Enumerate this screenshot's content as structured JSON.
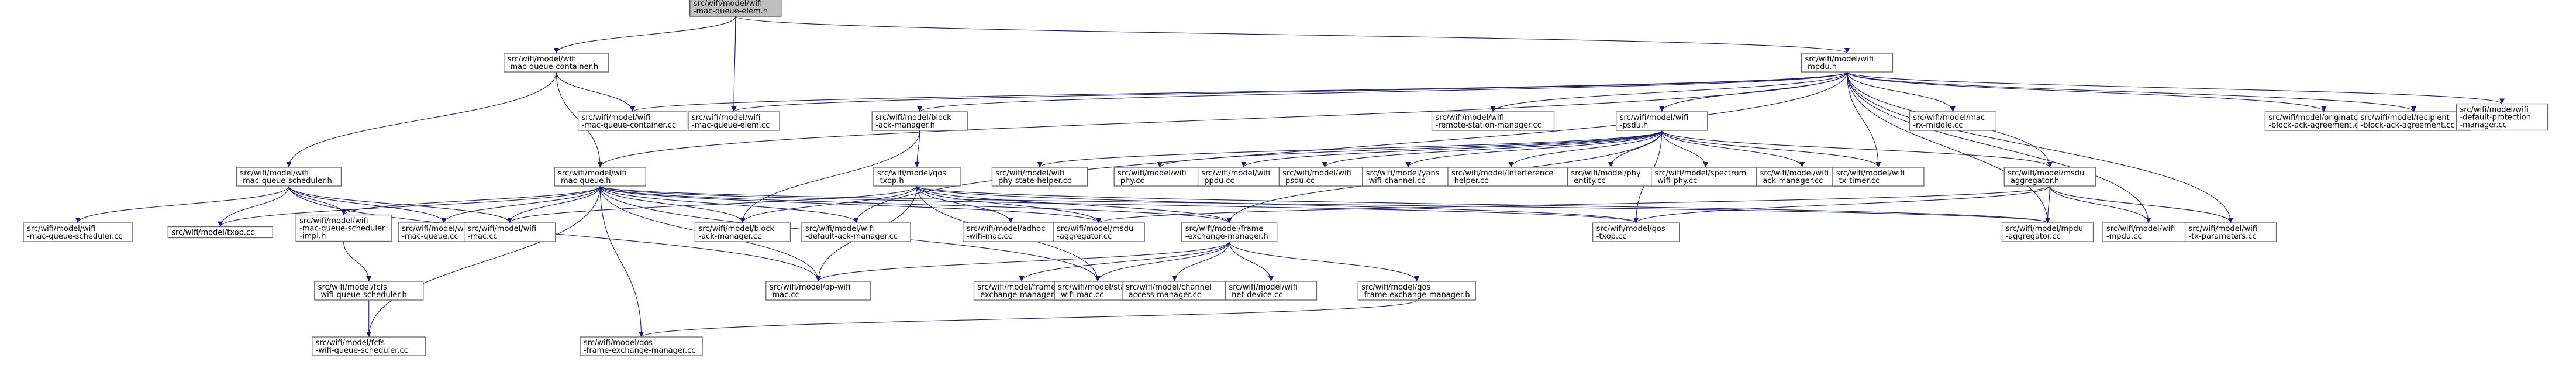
{
  "nodes": [
    {
      "id": "mac-queue-elem-h",
      "lines": [
        "src/wifi/model/wifi",
        "-mac-queue-elem.h"
      ],
      "root": true
    },
    {
      "id": "mac-queue-container-h",
      "lines": [
        "src/wifi/model/wifi",
        "-mac-queue-container.h"
      ]
    },
    {
      "id": "mpdu-h",
      "lines": [
        "src/wifi/model/wifi",
        "-mpdu.h"
      ]
    },
    {
      "id": "mac-queue-container-cc",
      "lines": [
        "src/wifi/model/wifi",
        "-mac-queue-container.cc"
      ]
    },
    {
      "id": "mac-queue-elem-cc",
      "lines": [
        "src/wifi/model/wifi",
        "-mac-queue-elem.cc"
      ]
    },
    {
      "id": "block-ack-manager-h",
      "lines": [
        "src/wifi/model/block",
        "-ack-manager.h"
      ]
    },
    {
      "id": "remote-station-manager-cc",
      "lines": [
        "src/wifi/model/wifi",
        "-remote-station-manager.cc"
      ]
    },
    {
      "id": "psdu-h",
      "lines": [
        "src/wifi/model/wifi",
        "-psdu.h"
      ]
    },
    {
      "id": "rx-middle-cc",
      "lines": [
        "src/wifi/model/mac",
        "-rx-middle.cc"
      ]
    },
    {
      "id": "originator-block-ack-agreement-cc",
      "lines": [
        "src/wifi/model/originator",
        "-block-ack-agreement.cc"
      ]
    },
    {
      "id": "recipient-block-ack-agreement-cc",
      "lines": [
        "src/wifi/model/recipient",
        "-block-ack-agreement.cc"
      ]
    },
    {
      "id": "default-protection-manager-cc",
      "lines": [
        "src/wifi/model/wifi",
        "-default-protection",
        "-manager.cc"
      ]
    },
    {
      "id": "mac-queue-scheduler-h",
      "lines": [
        "src/wifi/model/wifi",
        "-mac-queue-scheduler.h"
      ]
    },
    {
      "id": "mac-queue-h",
      "lines": [
        "src/wifi/model/wifi",
        "-mac-queue.h"
      ]
    },
    {
      "id": "txop-h",
      "lines": [
        "src/wifi/model/qos",
        "-txop.h"
      ]
    },
    {
      "id": "phy-state-helper-cc",
      "lines": [
        "src/wifi/model/wifi",
        "-phy-state-helper.cc"
      ]
    },
    {
      "id": "phy-cc",
      "lines": [
        "src/wifi/model/wifi",
        "-phy.cc"
      ]
    },
    {
      "id": "ppdu-cc",
      "lines": [
        "src/wifi/model/wifi",
        "-ppdu.cc"
      ]
    },
    {
      "id": "psdu-cc",
      "lines": [
        "src/wifi/model/wifi",
        "-psdu.cc"
      ]
    },
    {
      "id": "yans-wifi-channel-cc",
      "lines": [
        "src/wifi/model/yans",
        "-wifi-channel.cc"
      ]
    },
    {
      "id": "interference-helper-cc",
      "lines": [
        "src/wifi/model/interference",
        "-helper.cc"
      ]
    },
    {
      "id": "phy-entity-cc",
      "lines": [
        "src/wifi/model/phy",
        "-entity.cc"
      ]
    },
    {
      "id": "spectrum-wifi-phy-cc",
      "lines": [
        "src/wifi/model/spectrum",
        "-wifi-phy.cc"
      ]
    },
    {
      "id": "ack-manager-cc",
      "lines": [
        "src/wifi/model/wifi",
        "-ack-manager.cc"
      ]
    },
    {
      "id": "tx-timer-cc",
      "lines": [
        "src/wifi/model/wifi",
        "-tx-timer.cc"
      ]
    },
    {
      "id": "mpdu-aggregator-h",
      "lines": [
        "src/wifi/model/msdu",
        "-aggregator.h"
      ]
    },
    {
      "id": "mac-queue-scheduler-cc",
      "lines": [
        "src/wifi/model/wifi",
        "-mac-queue-scheduler.cc"
      ]
    },
    {
      "id": "txop-cc",
      "lines": [
        "src/wifi/model/txop.cc"
      ]
    },
    {
      "id": "mac-queue-scheduler-impl-h",
      "lines": [
        "src/wifi/model/wifi",
        "-mac-queue-scheduler",
        "-impl.h"
      ]
    },
    {
      "id": "mac-queue-cc",
      "lines": [
        "src/wifi/model/wifi",
        "-mac-queue.cc"
      ]
    },
    {
      "id": "wifi-mac-cc",
      "lines": [
        "src/wifi/model/wifi",
        "-mac.cc"
      ]
    },
    {
      "id": "block-ack-manager-cc",
      "lines": [
        "src/wifi/model/block",
        "-ack-manager.cc"
      ]
    },
    {
      "id": "default-ack-manager-cc",
      "lines": [
        "src/wifi/model/wifi",
        "-default-ack-manager.cc"
      ]
    },
    {
      "id": "adhoc-wifi-mac-cc",
      "lines": [
        "src/wifi/model/adhoc",
        "-wifi-mac.cc"
      ]
    },
    {
      "id": "msdu-aggregator-cc",
      "lines": [
        "src/wifi/model/msdu",
        "-aggregator.cc"
      ]
    },
    {
      "id": "frame-exchange-manager-h",
      "lines": [
        "src/wifi/model/frame",
        "-exchange-manager.h"
      ]
    },
    {
      "id": "qos-txop-cc",
      "lines": [
        "src/wifi/model/qos",
        "-txop.cc"
      ]
    },
    {
      "id": "mpdu-aggregator-cc",
      "lines": [
        "src/wifi/model/mpdu",
        "-aggregator.cc"
      ]
    },
    {
      "id": "wifi-mpdu-cc",
      "lines": [
        "src/wifi/model/wifi",
        "-mpdu.cc"
      ]
    },
    {
      "id": "tx-parameters-cc",
      "lines": [
        "src/wifi/model/wifi",
        "-tx-parameters.cc"
      ]
    },
    {
      "id": "fcfs-wifi-queue-scheduler-h",
      "lines": [
        "src/wifi/model/fcfs",
        "-wifi-queue-scheduler.h"
      ]
    },
    {
      "id": "ap-wifi-mac-cc",
      "lines": [
        "src/wifi/model/ap-wifi",
        "-mac.cc"
      ]
    },
    {
      "id": "frame-exchange-manager-cc",
      "lines": [
        "src/wifi/model/frame",
        "-exchange-manager.cc"
      ]
    },
    {
      "id": "sta-wifi-mac-cc",
      "lines": [
        "src/wifi/model/sta",
        "-wifi-mac.cc"
      ]
    },
    {
      "id": "channel-access-manager-cc",
      "lines": [
        "src/wifi/model/channel",
        "-access-manager.cc"
      ]
    },
    {
      "id": "wifi-net-device-cc",
      "lines": [
        "src/wifi/model/wifi",
        "-net-device.cc"
      ]
    },
    {
      "id": "qos-frame-exchange-manager-h",
      "lines": [
        "src/wifi/model/qos",
        "-frame-exchange-manager.h"
      ]
    },
    {
      "id": "fcfs-wifi-queue-scheduler-cc",
      "lines": [
        "src/wifi/model/fcfs",
        "-wifi-queue-scheduler.cc"
      ]
    },
    {
      "id": "qos-frame-exchange-manager-cc",
      "lines": [
        "src/wifi/model/qos",
        "-frame-exchange-manager.cc"
      ]
    }
  ],
  "edges": [
    [
      "mac-queue-elem-h",
      "mac-queue-container-h"
    ],
    [
      "mac-queue-elem-h",
      "mpdu-h"
    ],
    [
      "mac-queue-elem-h",
      "mac-queue-elem-cc"
    ],
    [
      "mac-queue-container-h",
      "mac-queue-container-cc"
    ],
    [
      "mac-queue-container-h",
      "mac-queue-scheduler-h"
    ],
    [
      "mac-queue-container-h",
      "mac-queue-h"
    ],
    [
      "mpdu-h",
      "mac-queue-container-cc"
    ],
    [
      "mpdu-h",
      "mac-queue-elem-cc"
    ],
    [
      "mpdu-h",
      "block-ack-manager-h"
    ],
    [
      "mpdu-h",
      "remote-station-manager-cc"
    ],
    [
      "mpdu-h",
      "psdu-h"
    ],
    [
      "mpdu-h",
      "rx-middle-cc"
    ],
    [
      "mpdu-h",
      "originator-block-ack-agreement-cc"
    ],
    [
      "mpdu-h",
      "recipient-block-ack-agreement-cc"
    ],
    [
      "mpdu-h",
      "default-protection-manager-cc"
    ],
    [
      "mpdu-h",
      "mac-queue-h"
    ],
    [
      "mpdu-h",
      "default-ack-manager-cc"
    ],
    [
      "mpdu-h",
      "tx-timer-cc"
    ],
    [
      "mpdu-h",
      "mpdu-aggregator-h"
    ],
    [
      "mpdu-h",
      "mpdu-aggregator-cc"
    ],
    [
      "mpdu-h",
      "wifi-mpdu-cc"
    ],
    [
      "mpdu-h",
      "tx-parameters-cc"
    ],
    [
      "block-ack-manager-h",
      "txop-h"
    ],
    [
      "block-ack-manager-h",
      "block-ack-manager-cc"
    ],
    [
      "psdu-h",
      "phy-state-helper-cc"
    ],
    [
      "psdu-h",
      "phy-cc"
    ],
    [
      "psdu-h",
      "ppdu-cc"
    ],
    [
      "psdu-h",
      "psdu-cc"
    ],
    [
      "psdu-h",
      "yans-wifi-channel-cc"
    ],
    [
      "psdu-h",
      "interference-helper-cc"
    ],
    [
      "psdu-h",
      "phy-entity-cc"
    ],
    [
      "psdu-h",
      "spectrum-wifi-phy-cc"
    ],
    [
      "psdu-h",
      "ack-manager-cc"
    ],
    [
      "psdu-h",
      "tx-timer-cc"
    ],
    [
      "psdu-h",
      "mpdu-aggregator-h"
    ],
    [
      "psdu-h",
      "frame-exchange-manager-h"
    ],
    [
      "psdu-h",
      "qos-txop-cc"
    ],
    [
      "mac-queue-scheduler-h",
      "mac-queue-scheduler-cc"
    ],
    [
      "mac-queue-scheduler-h",
      "txop-cc"
    ],
    [
      "mac-queue-scheduler-h",
      "mac-queue-scheduler-impl-h"
    ],
    [
      "mac-queue-scheduler-h",
      "mac-queue-cc"
    ],
    [
      "mac-queue-scheduler-h",
      "wifi-mac-cc"
    ],
    [
      "mac-queue-scheduler-h",
      "ap-wifi-mac-cc"
    ],
    [
      "mac-queue-h",
      "txop-cc"
    ],
    [
      "mac-queue-h",
      "mac-queue-scheduler-impl-h"
    ],
    [
      "mac-queue-h",
      "mac-queue-cc"
    ],
    [
      "mac-queue-h",
      "wifi-mac-cc"
    ],
    [
      "mac-queue-h",
      "block-ack-manager-cc"
    ],
    [
      "mac-queue-h",
      "default-ack-manager-cc"
    ],
    [
      "mac-queue-h",
      "msdu-aggregator-cc"
    ],
    [
      "mac-queue-h",
      "frame-exchange-manager-h"
    ],
    [
      "mac-queue-h",
      "qos-txop-cc"
    ],
    [
      "mac-queue-h",
      "mpdu-aggregator-cc"
    ],
    [
      "mac-queue-h",
      "ap-wifi-mac-cc"
    ],
    [
      "mac-queue-h",
      "sta-wifi-mac-cc"
    ],
    [
      "mac-queue-h",
      "fcfs-wifi-queue-scheduler-cc"
    ],
    [
      "mac-queue-h",
      "qos-frame-exchange-manager-cc"
    ],
    [
      "txop-h",
      "wifi-mac-cc"
    ],
    [
      "txop-h",
      "block-ack-manager-cc"
    ],
    [
      "txop-h",
      "adhoc-wifi-mac-cc"
    ],
    [
      "txop-h",
      "msdu-aggregator-cc"
    ],
    [
      "txop-h",
      "frame-exchange-manager-h"
    ],
    [
      "txop-h",
      "qos-txop-cc"
    ],
    [
      "txop-h",
      "mpdu-aggregator-cc"
    ],
    [
      "txop-h",
      "ap-wifi-mac-cc"
    ],
    [
      "txop-h",
      "sta-wifi-mac-cc"
    ],
    [
      "mpdu-aggregator-h",
      "msdu-aggregator-cc"
    ],
    [
      "mpdu-aggregator-h",
      "qos-txop-cc"
    ],
    [
      "mpdu-aggregator-h",
      "mpdu-aggregator-cc"
    ],
    [
      "mpdu-aggregator-h",
      "wifi-mpdu-cc"
    ],
    [
      "mpdu-aggregator-h",
      "tx-parameters-cc"
    ],
    [
      "mac-queue-scheduler-impl-h",
      "fcfs-wifi-queue-scheduler-h"
    ],
    [
      "fcfs-wifi-queue-scheduler-h",
      "fcfs-wifi-queue-scheduler-cc"
    ],
    [
      "frame-exchange-manager-h",
      "ap-wifi-mac-cc"
    ],
    [
      "frame-exchange-manager-h",
      "frame-exchange-manager-cc"
    ],
    [
      "frame-exchange-manager-h",
      "sta-wifi-mac-cc"
    ],
    [
      "frame-exchange-manager-h",
      "channel-access-manager-cc"
    ],
    [
      "frame-exchange-manager-h",
      "wifi-net-device-cc"
    ],
    [
      "frame-exchange-manager-h",
      "qos-frame-exchange-manager-h"
    ],
    [
      "qos-frame-exchange-manager-h",
      "qos-frame-exchange-manager-cc"
    ]
  ]
}
